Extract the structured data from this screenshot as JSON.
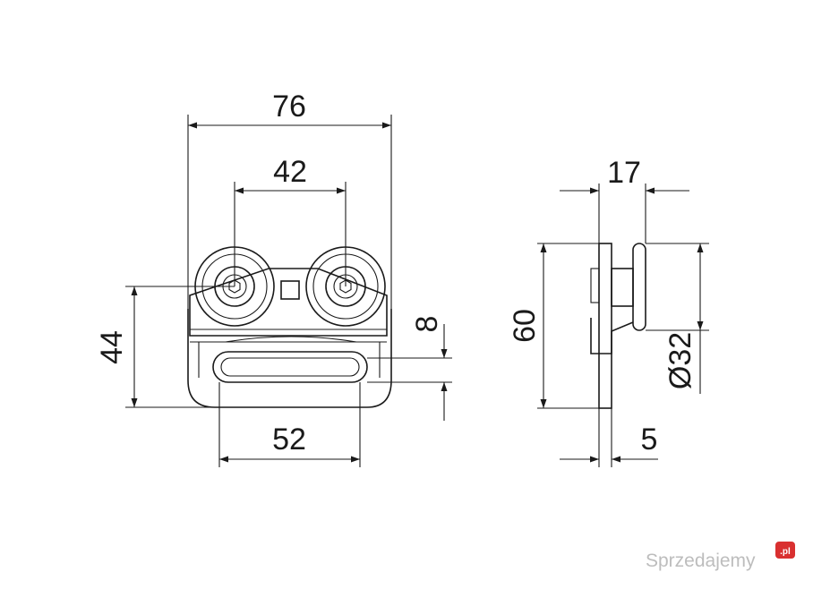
{
  "dimensions": {
    "overall_width": "76",
    "wheel_spacing": "42",
    "height_to_axle": "44",
    "slot_height": "8",
    "slot_width": "52",
    "side_width": "17",
    "side_height": "60",
    "wheel_diameter": "Ø32",
    "plate_thickness": "5"
  },
  "watermark": {
    "text": "Sprzedajemy",
    "badge": ".pl"
  }
}
